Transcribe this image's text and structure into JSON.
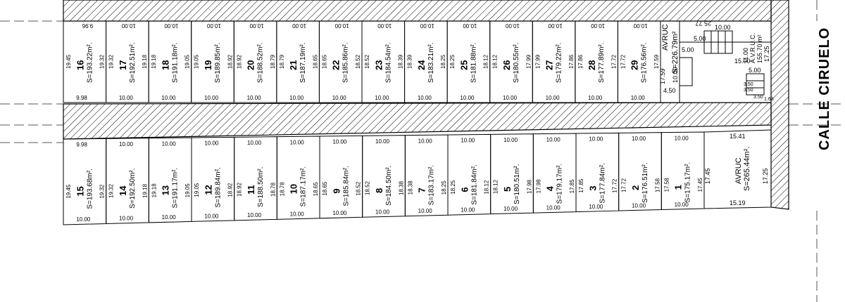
{
  "street": {
    "name": "CALLE CIRUELO"
  },
  "top_row": [
    {
      "num": "16",
      "area": "S=193.22m².",
      "front": "9.96",
      "back": "9.98",
      "left": "19.45",
      "right": "19.32"
    },
    {
      "num": "17",
      "area": "S=192.51m².",
      "front": "10.00",
      "back": "10.00",
      "left": "19.32",
      "right": "19.18"
    },
    {
      "num": "18",
      "area": "S=191.18m².",
      "front": "10.00",
      "back": "10.00",
      "left": "19.18",
      "right": "19.05"
    },
    {
      "num": "19",
      "area": "S=189.85m².",
      "front": "10.00",
      "back": "10.00",
      "left": "19.05",
      "right": "18.92"
    },
    {
      "num": "20",
      "area": "S=188.52m².",
      "front": "10.00",
      "back": "10.00",
      "left": "18.92",
      "right": "18.79"
    },
    {
      "num": "21",
      "area": "S=187.19m².",
      "front": "10.00",
      "back": "10.00",
      "left": "18.79",
      "right": "18.65"
    },
    {
      "num": "22",
      "area": "S=185.86m².",
      "front": "10.00",
      "back": "10.00",
      "left": "18.65",
      "right": "18.52"
    },
    {
      "num": "23",
      "area": "S=184.54m².",
      "front": "10.00",
      "back": "10.00",
      "left": "18.52",
      "right": "18.39"
    },
    {
      "num": "24",
      "area": "S=183.21m².",
      "front": "10.00",
      "back": "10.00",
      "left": "18.39",
      "right": "18.25"
    },
    {
      "num": "25",
      "area": "S=181.88m².",
      "front": "10.00",
      "back": "10.00",
      "left": "18.25",
      "right": "18.12"
    },
    {
      "num": "26",
      "area": "S=180.55m².",
      "front": "10.00",
      "back": "10.00",
      "left": "18.12",
      "right": "17.99"
    },
    {
      "num": "27",
      "area": "S=179.22m².",
      "front": "10.00",
      "back": "10.00",
      "left": "17.99",
      "right": "17.86"
    },
    {
      "num": "28",
      "area": "S=177.89m².",
      "front": "10.00",
      "back": "10.00",
      "left": "17.86",
      "right": "17.72"
    },
    {
      "num": "29",
      "area": "S=176.56m².",
      "front": "10.00",
      "back": "10.00",
      "left": "17.72",
      "right": "17.59"
    }
  ],
  "bottom_row": [
    {
      "num": "15",
      "area": "S=193.68m².",
      "front": "9.98",
      "back": "10.00",
      "left": "19.45",
      "right": "19.32"
    },
    {
      "num": "14",
      "area": "S=192.50m².",
      "front": "10.00",
      "back": "10.00",
      "left": "19.32",
      "right": "19.18"
    },
    {
      "num": "13",
      "area": "S=191.17m².",
      "front": "10.00",
      "back": "10.00",
      "left": "19.18",
      "right": "19.05"
    },
    {
      "num": "12",
      "area": "S=189.84m².",
      "front": "10.00",
      "back": "10.00",
      "left": "19.05",
      "right": "18.92"
    },
    {
      "num": "11",
      "area": "S=188.50m².",
      "front": "10.00",
      "back": "10.00",
      "left": "18.92",
      "right": "18.78"
    },
    {
      "num": "10",
      "area": "S=187.17m².",
      "front": "10.00",
      "back": "10.00",
      "left": "18.78",
      "right": "18.65"
    },
    {
      "num": "9",
      "area": "S=185.84m².",
      "front": "10.00",
      "back": "10.00",
      "left": "18.65",
      "right": "18.52"
    },
    {
      "num": "8",
      "area": "S=184.50m².",
      "front": "10.00",
      "back": "10.00",
      "left": "18.52",
      "right": "18.38"
    },
    {
      "num": "7",
      "area": "S=183.17m².",
      "front": "10.00",
      "back": "10.00",
      "left": "18.38",
      "right": "18.25"
    },
    {
      "num": "6",
      "area": "S=181.84m².",
      "front": "10.00",
      "back": "10.00",
      "left": "18.25",
      "right": "18.12"
    },
    {
      "num": "5",
      "area": "S=180.51m².",
      "front": "10.00",
      "back": "10.00",
      "left": "18.12",
      "right": "17.98"
    },
    {
      "num": "4",
      "area": "S=179.17m².",
      "front": "10.00",
      "back": "10.00",
      "left": "17.98",
      "right": "17.85"
    },
    {
      "num": "3",
      "area": "S=177.84m².",
      "front": "10.00",
      "back": "10.00",
      "left": "17.85",
      "right": "17.72"
    },
    {
      "num": "2",
      "area": "S=176.51m².",
      "front": "10.00",
      "back": "10.00",
      "left": "17.72",
      "right": "17.58"
    },
    {
      "num": "1",
      "area": "S=175.17m².",
      "front": "10.00",
      "back": "10.00",
      "left": "17.58",
      "right": "17.45"
    }
  ],
  "avruc_top": {
    "label": "AVRUC",
    "area": "S=226.79m²",
    "left_dim": "17.59",
    "dim_10": "10.00",
    "dim_450": "4.50",
    "dim_top": "25.77",
    "dim_top2": "10.00",
    "dim_5a": "5.00",
    "dim_5b": "5.00",
    "dim_15": "15.00",
    "dim_5c": "5.00",
    "dim_35a": "3.50",
    "dim_35b": "3.50",
    "dim_35c": "3.50",
    "dim_163": "1.63",
    "sub_label": "A.V.R.U.C.",
    "sub_area": "155.70 m²",
    "sub_dim": "11.00",
    "sub_right": "17.25"
  },
  "avruc_bottom": {
    "label": "AVRUC",
    "area": "S=265.44m².",
    "front": "15.41",
    "back": "15.19",
    "left": "17.45",
    "right": "17.25"
  },
  "colors": {
    "line": "#000000",
    "hatch": "#000000",
    "dash": "#555555",
    "background": "#ffffff"
  }
}
